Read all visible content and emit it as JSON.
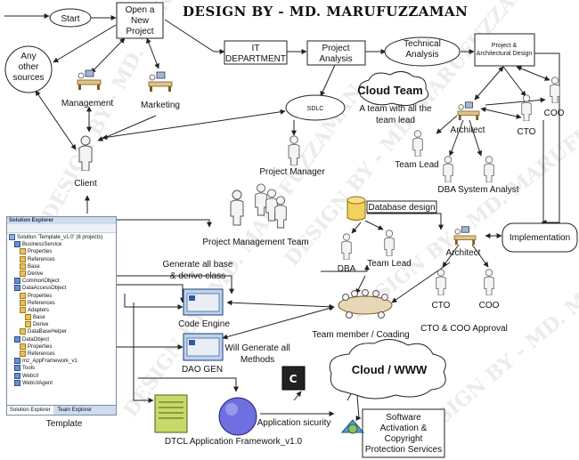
{
  "banner": "DESIGN BY - MD. MARUFUZZAMAN",
  "watermark": "DESIGN BY - MD. MARUFUZZAMAN",
  "nodes": {
    "start": "Start",
    "open_project": [
      "Open a",
      "New",
      "Project"
    ],
    "other_sources": [
      "Any",
      "other",
      "sources"
    ],
    "management": "Management",
    "marketing": "Marketing",
    "client": "Client",
    "it_department": [
      "IT",
      "DEPARTMENT"
    ],
    "project_analysis": [
      "Project",
      "Analysis"
    ],
    "technical_analysis": [
      "Technical",
      "Analysis"
    ],
    "project_arch_design": [
      "Project &",
      "Architectural Design"
    ],
    "coo": "COO",
    "cto": "CTO",
    "architect": "Architect",
    "sdlc": "SDLC",
    "cloud_team": "Cloud Team",
    "cloud_team_note": [
      "A team with all the",
      "team lead"
    ],
    "team_lead": "Team Lead",
    "dba_system_analyst": "DBA  System Analyst",
    "project_manager": "Project Manager",
    "project_management_team": "Project Management Team",
    "database_design": "Database design",
    "dba": "DBA",
    "team_lead_2": "Team Lead",
    "implementation": "Implementation",
    "architect_2": "Architect",
    "cto_2": "CTO",
    "coo_2": "COO",
    "cto_coo_approval": "CTO & COO Approval",
    "generate_base": [
      "Generate all base",
      "& derive class"
    ],
    "code_engine": "Code Engine",
    "team_member": "Team member / Coading",
    "will_generate": [
      "Will Generate all",
      "Methods"
    ],
    "dao_gen": "DAO GEN",
    "template": "Template",
    "cloud_www": "Cloud / WWW",
    "app_security": "Application sicurity",
    "software_activation": [
      "Software",
      "Activation &",
      "Copyright",
      "Protection Services"
    ],
    "dtcl_framework": "DTCL Application Framework_v1.0"
  },
  "solution_explorer": {
    "title": "Solution Explorer",
    "items": [
      {
        "label": "Solution 'Template_v1.0' (8 projects)",
        "indent": 0,
        "kind": "s"
      },
      {
        "label": "BusinessService",
        "indent": 1,
        "kind": "p"
      },
      {
        "label": "Properties",
        "indent": 2,
        "kind": "f"
      },
      {
        "label": "References",
        "indent": 2,
        "kind": "f"
      },
      {
        "label": "Base",
        "indent": 2,
        "kind": "f"
      },
      {
        "label": "Derive",
        "indent": 2,
        "kind": "f"
      },
      {
        "label": "CommonObject",
        "indent": 1,
        "kind": "p"
      },
      {
        "label": "DataAccessObject",
        "indent": 1,
        "kind": "p"
      },
      {
        "label": "Properties",
        "indent": 2,
        "kind": "f"
      },
      {
        "label": "References",
        "indent": 2,
        "kind": "f"
      },
      {
        "label": "Adapters",
        "indent": 2,
        "kind": "f"
      },
      {
        "label": "Base",
        "indent": 3,
        "kind": "f"
      },
      {
        "label": "Derive",
        "indent": 3,
        "kind": "f"
      },
      {
        "label": "DataBaseHelper",
        "indent": 2,
        "kind": "f"
      },
      {
        "label": "DataObject",
        "indent": 1,
        "kind": "p"
      },
      {
        "label": "Properties",
        "indent": 2,
        "kind": "f"
      },
      {
        "label": "References",
        "indent": 2,
        "kind": "f"
      },
      {
        "label": "mz_AppFramework_v1",
        "indent": 1,
        "kind": "p"
      },
      {
        "label": "Tools",
        "indent": 1,
        "kind": "p"
      },
      {
        "label": "WebUI",
        "indent": 1,
        "kind": "p"
      },
      {
        "label": "WebUIAgent",
        "indent": 1,
        "kind": "p"
      }
    ],
    "tabs": [
      "Solution Explorer",
      "Team Explorer"
    ]
  }
}
